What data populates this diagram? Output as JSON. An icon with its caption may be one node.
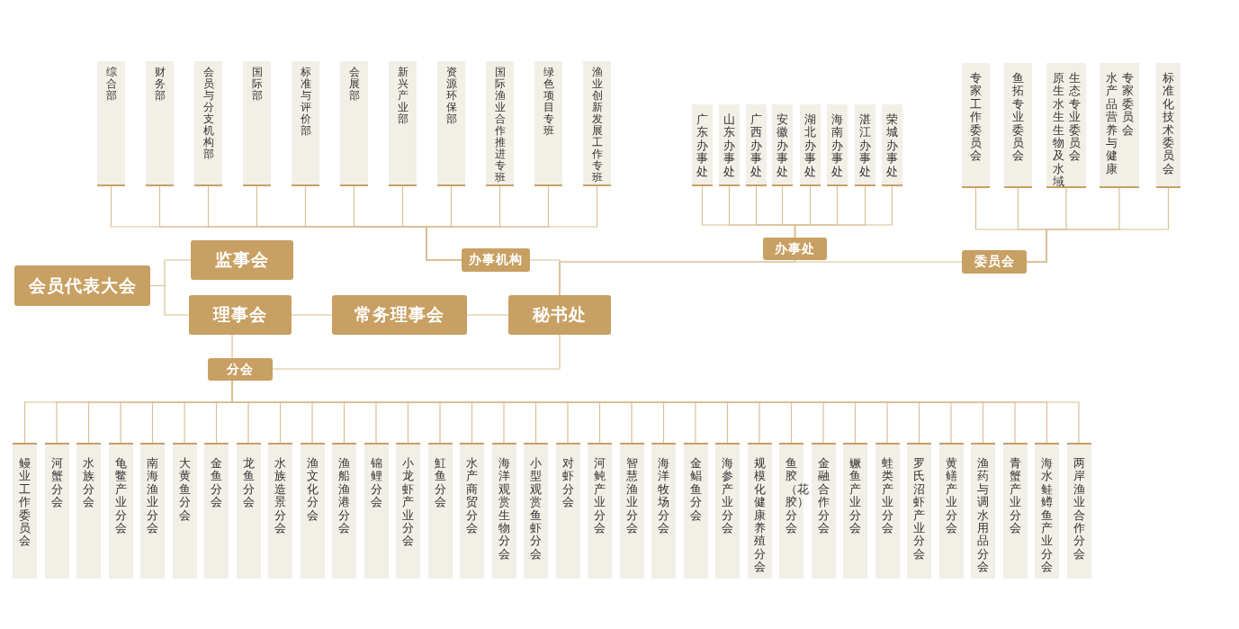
{
  "diagram": {
    "nodes": [
      {
        "text": [
          "会员代表大会"
        ]
      },
      {
        "text": [
          "监事会"
        ]
      },
      {
        "text": [
          "理事会"
        ]
      },
      {
        "text": [
          "常务理事会"
        ]
      },
      {
        "text": [
          "秘书处"
        ]
      },
      {
        "text": [
          "办事机构"
        ]
      },
      {
        "text": [
          "办事处"
        ]
      },
      {
        "text": [
          "委员会"
        ]
      },
      {
        "text": [
          "分会"
        ]
      },
      {
        "text": [
          "综合部"
        ]
      },
      {
        "text": [
          "财务部"
        ]
      },
      {
        "text": [
          "会员与分支机构部"
        ]
      },
      {
        "text": [
          "国际部"
        ]
      },
      {
        "text": [
          "标准与评价部"
        ]
      },
      {
        "text": [
          "会展部"
        ]
      },
      {
        "text": [
          "新兴产业部"
        ]
      },
      {
        "text": [
          "资源环保部"
        ]
      },
      {
        "text": [
          "国际渔业合作推进专班"
        ]
      },
      {
        "text": [
          "绿色项目专班"
        ]
      },
      {
        "text": [
          "渔业创新发展工作专班"
        ]
      },
      {
        "text": [
          "广东办事处"
        ]
      },
      {
        "text": [
          "山东办事处"
        ]
      },
      {
        "text": [
          "广西办事处"
        ]
      },
      {
        "text": [
          "安徽办事处"
        ]
      },
      {
        "text": [
          "湖北办事处"
        ]
      },
      {
        "text": [
          "海南办事处"
        ]
      },
      {
        "text": [
          "湛江办事处"
        ]
      },
      {
        "text": [
          "荣城办事处"
        ]
      },
      {
        "text": [
          "专家工作委员会"
        ]
      },
      {
        "text": [
          "鱼拓专业委员会"
        ]
      },
      {
        "text": [
          "原生水生生物及水域生态专业委员会"
        ]
      },
      {
        "text": [
          "水产品营养与健康专家委员会"
        ]
      },
      {
        "text": [
          "标准化技术委员会"
        ]
      },
      {
        "text": [
          "鳗业工作委员会"
        ]
      },
      {
        "text": [
          "河蟹分会"
        ]
      },
      {
        "text": [
          "水族分会"
        ]
      },
      {
        "text": [
          "龟鳖产业分会"
        ]
      },
      {
        "text": [
          "南海渔业分会"
        ]
      },
      {
        "text": [
          "大黄鱼分会"
        ]
      },
      {
        "text": [
          "金鱼分会"
        ]
      },
      {
        "text": [
          "龙鱼分会"
        ]
      },
      {
        "text": [
          "水族造景分会"
        ]
      },
      {
        "text": [
          "渔文化分会"
        ]
      },
      {
        "text": [
          "渔船渔港分会"
        ]
      },
      {
        "text": [
          "锦鲤分会"
        ]
      },
      {
        "text": [
          "小龙虾产业分会"
        ]
      },
      {
        "text": [
          "魟鱼分会"
        ]
      },
      {
        "text": [
          "水产商贸分会"
        ]
      },
      {
        "text": [
          "海洋观赏生物分会"
        ]
      },
      {
        "text": [
          "小型观赏鱼虾分会"
        ]
      },
      {
        "text": [
          "对虾分会"
        ]
      },
      {
        "text": [
          "河鲀产业分会"
        ]
      },
      {
        "text": [
          "智慧渔业分会"
        ]
      },
      {
        "text": [
          "海洋牧场分会"
        ]
      },
      {
        "text": [
          "金鲳鱼分会"
        ]
      },
      {
        "text": [
          "海参产业分会"
        ]
      },
      {
        "text": [
          "规模化健康养殖分会"
        ]
      },
      {
        "text": [
          "鱼胶（花胶）分会"
        ]
      },
      {
        "text": [
          "金融合作分会"
        ]
      },
      {
        "text": [
          "鳜鱼产业分会"
        ]
      },
      {
        "text": [
          "蛙类产业分会"
        ]
      },
      {
        "text": [
          "罗氏沼虾产业分会"
        ]
      },
      {
        "text": [
          "黄鳝产业分会"
        ]
      },
      {
        "text": [
          "渔药与调水用品分会"
        ]
      },
      {
        "text": [
          "青蟹产业分会"
        ]
      },
      {
        "text": [
          "海水鲑鳟鱼产业分会"
        ]
      },
      {
        "text": [
          "两岸渔业合作分会"
        ]
      }
    ],
    "edges": [
      {
        "from": 0,
        "to": 1,
        "arrow": "none"
      },
      {
        "from": 0,
        "to": 2,
        "arrow": "none"
      },
      {
        "from": 2,
        "to": 3,
        "arrow": "none"
      },
      {
        "from": 3,
        "to": 4,
        "arrow": "none"
      },
      {
        "from": 4,
        "to": 5,
        "arrow": "none"
      },
      {
        "from": 4,
        "to": 6,
        "arrow": "none"
      },
      {
        "from": 4,
        "to": 7,
        "arrow": "none"
      },
      {
        "from": 2,
        "to": 8,
        "arrow": "none"
      },
      {
        "from": 4,
        "to": 8,
        "arrow": "none"
      },
      {
        "from": 5,
        "to": 9,
        "arrow": "none"
      },
      {
        "from": 5,
        "to": 10,
        "arrow": "none"
      },
      {
        "from": 5,
        "to": 11,
        "arrow": "none"
      },
      {
        "from": 5,
        "to": 12,
        "arrow": "none"
      },
      {
        "from": 5,
        "to": 13,
        "arrow": "none"
      },
      {
        "from": 5,
        "to": 14,
        "arrow": "none"
      },
      {
        "from": 5,
        "to": 15,
        "arrow": "none"
      },
      {
        "from": 5,
        "to": 16,
        "arrow": "none"
      },
      {
        "from": 5,
        "to": 17,
        "arrow": "none"
      },
      {
        "from": 5,
        "to": 18,
        "arrow": "none"
      },
      {
        "from": 5,
        "to": 19,
        "arrow": "none"
      },
      {
        "from": 6,
        "to": 20,
        "arrow": "none"
      },
      {
        "from": 6,
        "to": 21,
        "arrow": "none"
      },
      {
        "from": 6,
        "to": 22,
        "arrow": "none"
      },
      {
        "from": 6,
        "to": 23,
        "arrow": "none"
      },
      {
        "from": 6,
        "to": 24,
        "arrow": "none"
      },
      {
        "from": 6,
        "to": 25,
        "arrow": "none"
      },
      {
        "from": 6,
        "to": 26,
        "arrow": "none"
      },
      {
        "from": 6,
        "to": 27,
        "arrow": "none"
      },
      {
        "from": 7,
        "to": 28,
        "arrow": "none"
      },
      {
        "from": 7,
        "to": 29,
        "arrow": "none"
      },
      {
        "from": 7,
        "to": 30,
        "arrow": "none"
      },
      {
        "from": 7,
        "to": 31,
        "arrow": "none"
      },
      {
        "from": 7,
        "to": 32,
        "arrow": "none"
      },
      {
        "from": 8,
        "to": 33,
        "arrow": "none"
      },
      {
        "from": 8,
        "to": 34,
        "arrow": "none"
      },
      {
        "from": 8,
        "to": 35,
        "arrow": "none"
      },
      {
        "from": 8,
        "to": 36,
        "arrow": "none"
      },
      {
        "from": 8,
        "to": 37,
        "arrow": "none"
      },
      {
        "from": 8,
        "to": 38,
        "arrow": "none"
      },
      {
        "from": 8,
        "to": 39,
        "arrow": "none"
      },
      {
        "from": 8,
        "to": 40,
        "arrow": "none"
      },
      {
        "from": 8,
        "to": 41,
        "arrow": "none"
      },
      {
        "from": 8,
        "to": 42,
        "arrow": "none"
      },
      {
        "from": 8,
        "to": 43,
        "arrow": "none"
      },
      {
        "from": 8,
        "to": 44,
        "arrow": "none"
      },
      {
        "from": 8,
        "to": 45,
        "arrow": "none"
      },
      {
        "from": 8,
        "to": 46,
        "arrow": "none"
      },
      {
        "from": 8,
        "to": 47,
        "arrow": "none"
      },
      {
        "from": 8,
        "to": 48,
        "arrow": "none"
      },
      {
        "from": 8,
        "to": 49,
        "arrow": "none"
      },
      {
        "from": 8,
        "to": 50,
        "arrow": "none"
      },
      {
        "from": 8,
        "to": 51,
        "arrow": "none"
      },
      {
        "from": 8,
        "to": 52,
        "arrow": "none"
      },
      {
        "from": 8,
        "to": 53,
        "arrow": "none"
      },
      {
        "from": 8,
        "to": 54,
        "arrow": "none"
      },
      {
        "from": 8,
        "to": 55,
        "arrow": "none"
      },
      {
        "from": 8,
        "to": 56,
        "arrow": "none"
      },
      {
        "from": 8,
        "to": 57,
        "arrow": "none"
      },
      {
        "from": 8,
        "to": 58,
        "arrow": "none"
      },
      {
        "from": 8,
        "to": 59,
        "arrow": "none"
      },
      {
        "from": 8,
        "to": 60,
        "arrow": "none"
      },
      {
        "from": 8,
        "to": 61,
        "arrow": "none"
      },
      {
        "from": 8,
        "to": 62,
        "arrow": "none"
      },
      {
        "from": 8,
        "to": 63,
        "arrow": "none"
      },
      {
        "from": 8,
        "to": 64,
        "arrow": "none"
      },
      {
        "from": 8,
        "to": 65,
        "arrow": "none"
      },
      {
        "from": 8,
        "to": 66,
        "arrow": "none"
      }
    ]
  }
}
